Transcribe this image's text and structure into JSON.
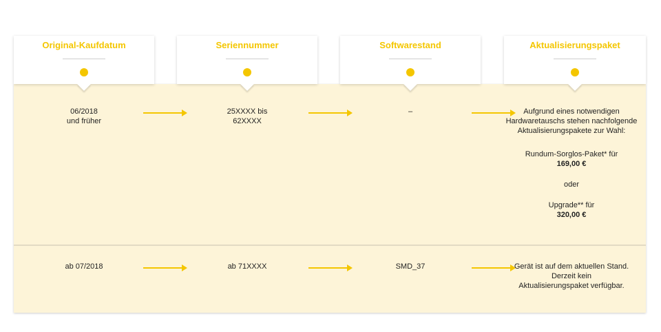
{
  "headers": [
    {
      "label": "Original-Kaufdatum"
    },
    {
      "label": "Seriennummer"
    },
    {
      "label": "Softwarestand"
    },
    {
      "label": "Aktualisierungspaket"
    }
  ],
  "rows": [
    {
      "purchase_date_line1": "06/2018",
      "purchase_date_line2": "und früher",
      "serial_line1": "25XXXX bis",
      "serial_line2": "62XXXX",
      "software": "–",
      "package_line1": "Aufgrund eines notwendigen",
      "package_line2": "Hardwaretauschs stehen nachfolgende",
      "package_line3": "Aktualisierungspakete zur Wahl:",
      "option1_label": "Rundum-Sorglos-Paket* für",
      "option1_price": "169,00 €",
      "or_text": "oder",
      "option2_label": "Upgrade** für",
      "option2_price": "320,00 €"
    },
    {
      "purchase_date": "ab 07/2018",
      "serial": "ab 71XXXX",
      "software": "SMD_37",
      "package_line1": "Gerät ist auf dem aktuellen Stand.",
      "package_line2": "Derzeit kein",
      "package_line3": "Aktualisierungspaket verfügbar."
    }
  ],
  "colors": {
    "accent": "#f4c600",
    "row_background": "#fdf4d8"
  }
}
